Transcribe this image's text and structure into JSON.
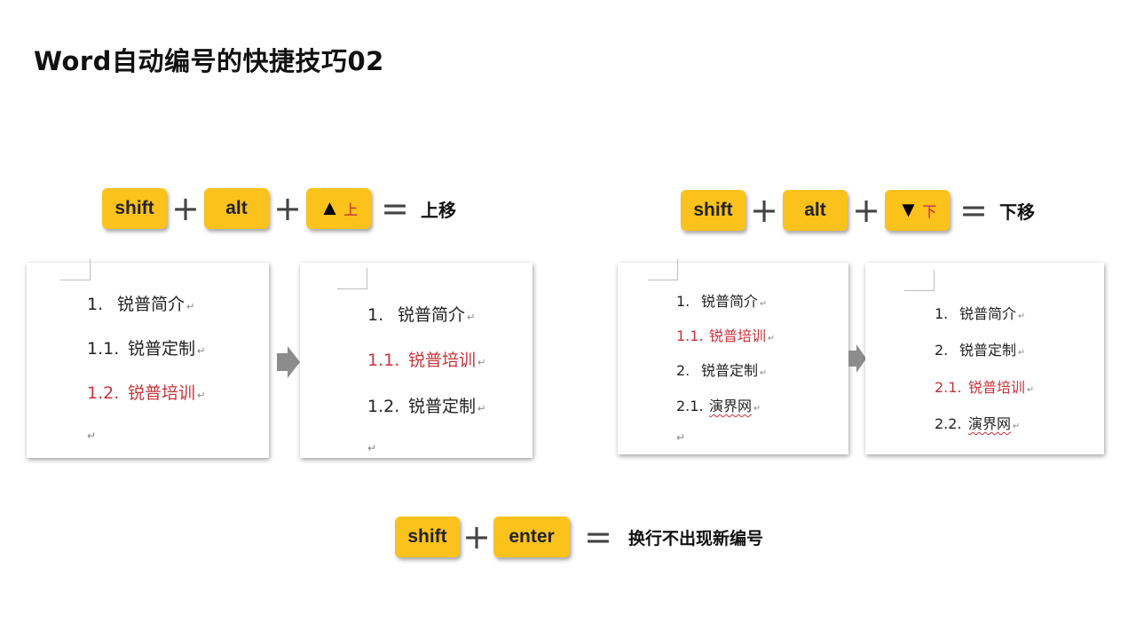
{
  "title": "Word自动编号的快捷技巧02",
  "up_combo": {
    "key1": "shift",
    "key2": "alt",
    "key3_symbol": "▲",
    "key3_label": "上",
    "plus": "+",
    "equals": "=",
    "result": "上移"
  },
  "down_combo": {
    "key1": "shift",
    "key2": "alt",
    "key3_symbol": "▼",
    "key3_label": "下",
    "plus": "+",
    "equals": "=",
    "result": "下移"
  },
  "enter_combo": {
    "key1": "shift",
    "key2": "enter",
    "plus": "+",
    "equals": "=",
    "result": "换行不出现新编号"
  },
  "return_mark": "↵",
  "docs": [
    {
      "items": [
        {
          "num": "1.",
          "text": "锐普简介"
        },
        {
          "num": "1.1.",
          "text": "锐普定制"
        },
        {
          "num": "1.2.",
          "text": "锐普培训"
        }
      ]
    },
    {
      "items": [
        {
          "num": "1.",
          "text": "锐普简介"
        },
        {
          "num": "1.1.",
          "text": "锐普培训"
        },
        {
          "num": "1.2.",
          "text": "锐普定制"
        }
      ]
    },
    {
      "items": [
        {
          "num": "1.",
          "text": "锐普简介"
        },
        {
          "num": "1.1.",
          "text": "锐普培训"
        },
        {
          "num": "2.",
          "text": "锐普定制"
        },
        {
          "num": "2.1.",
          "text": "演界网"
        }
      ]
    },
    {
      "items": [
        {
          "num": "1.",
          "text": "锐普简介"
        },
        {
          "num": "2.",
          "text": "锐普定制"
        },
        {
          "num": "2.1.",
          "text": "锐普培训"
        },
        {
          "num": "2.2.",
          "text": "演界网"
        }
      ]
    }
  ],
  "colors": {
    "key_fill": "#fbc21b",
    "highlight_text": "#c9323a",
    "arrow": "#8c8c8c"
  },
  "icons": [
    "up-triangle-icon",
    "down-triangle-icon",
    "right-arrow-icon",
    "return-mark-icon"
  ]
}
